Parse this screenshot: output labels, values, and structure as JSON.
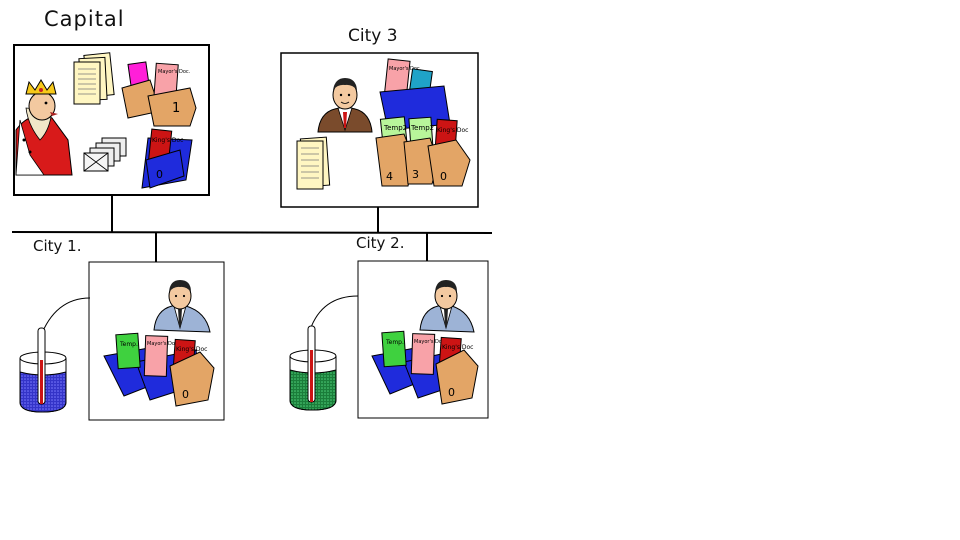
{
  "nodes": {
    "capital": {
      "title": "Capital"
    },
    "city3": {
      "title": "City 3"
    },
    "city1": {
      "title": "City 1."
    },
    "city2": {
      "title": "City 2."
    }
  },
  "folder_labels": {
    "mayors_doc": "Mayor's Doc.",
    "kings_doc": "King's Doc",
    "temp": "Temp.",
    "temp2": "Temp2"
  },
  "folder_numbers": {
    "capital_one": "1",
    "capital_zero": "0",
    "city3_four": "4",
    "city3_three": "3",
    "city3_zero": "0",
    "city1_zero": "0",
    "city2_zero": "0"
  },
  "colors": {
    "line": "#000000",
    "folder_tan": "#e3a566",
    "folder_blue": "#1f2bdc",
    "mayor_pink": "#f8a2a8",
    "king_red": "#cc1414",
    "temp_green": "#3fd13f",
    "temp_lightgreen": "#b8f59a",
    "paper_yellow": "#fff6c2",
    "city1_liquid": "#4040d8",
    "city2_liquid": "#239c4a"
  }
}
